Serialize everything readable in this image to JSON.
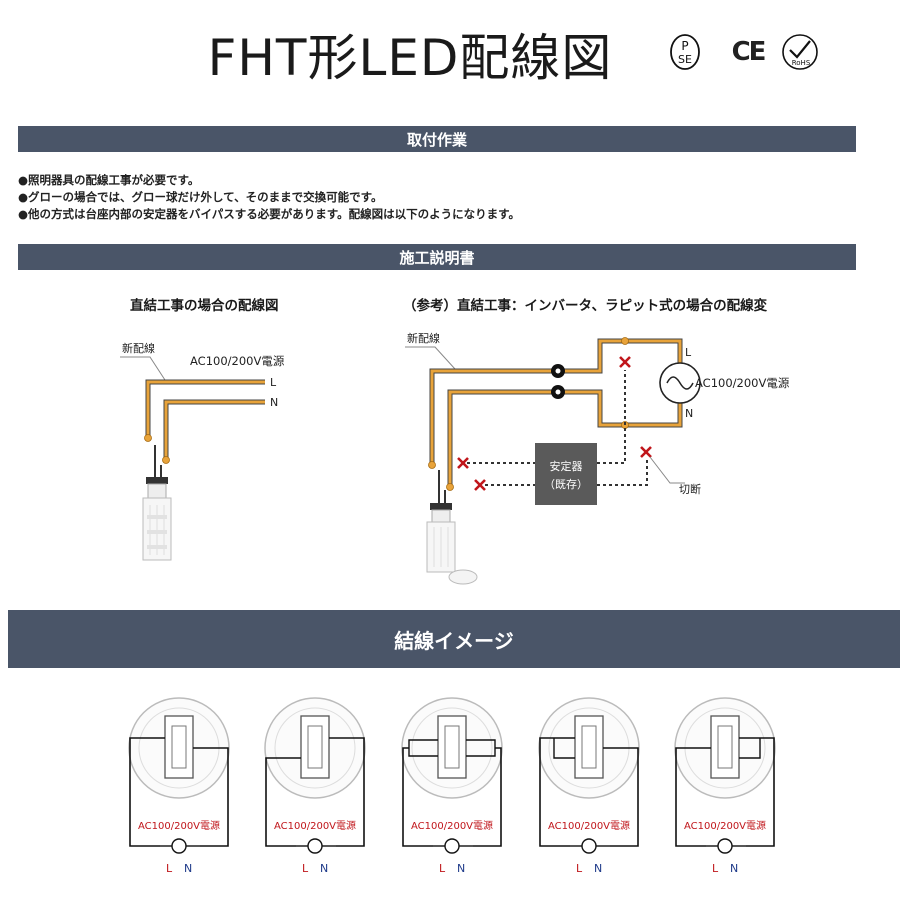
{
  "header": {
    "title": "FHT形LED配線図",
    "cert_pse_top": "P",
    "cert_pse_bottom": "SE",
    "cert_ce": "CE",
    "cert_rohs": "RoHS"
  },
  "section_install": {
    "title": "取付作業",
    "bullets": [
      "●照明器具の配線工事が必要です。",
      "●グローの場合では、グロー球だけ外して、そのままで交換可能です。",
      "●他の方式は台座内部の安定器をバイパスする必要があります。配線図は以下のようになります。"
    ]
  },
  "section_instructions": {
    "title": "施工説明書",
    "left_diagram": {
      "caption": "直結工事の場合の配線図",
      "new_wire_label": "新配線",
      "power_label": "AC100/200V電源",
      "l_label": "L",
      "n_label": "N"
    },
    "right_diagram": {
      "caption": "（参考）直結工事：インバータ、ラピット式の場合の配線変",
      "new_wire_label": "新配線",
      "power_label": "AC100/200V電源",
      "l_label": "L",
      "n_label": "N",
      "ballast_line1": "安定器",
      "ballast_line2": "（既存）",
      "cut_label": "切断"
    }
  },
  "section_wiring": {
    "title": "結線イメージ",
    "variants": [
      {
        "power": "AC100/200V電源",
        "l": "L",
        "n": "N"
      },
      {
        "power": "AC100/200V電源",
        "l": "L",
        "n": "N"
      },
      {
        "power": "AC100/200V電源",
        "l": "L",
        "n": "N"
      },
      {
        "power": "AC100/200V電源",
        "l": "L",
        "n": "N"
      },
      {
        "power": "AC100/200V電源",
        "l": "L",
        "n": "N"
      }
    ]
  },
  "colors": {
    "band": "#4a5568",
    "wire": "#e8a33a",
    "cut_mark": "#c0161b",
    "ballast": "#5a5a5a",
    "power_red": "#c0161b",
    "n_blue": "#1e3a8a"
  }
}
